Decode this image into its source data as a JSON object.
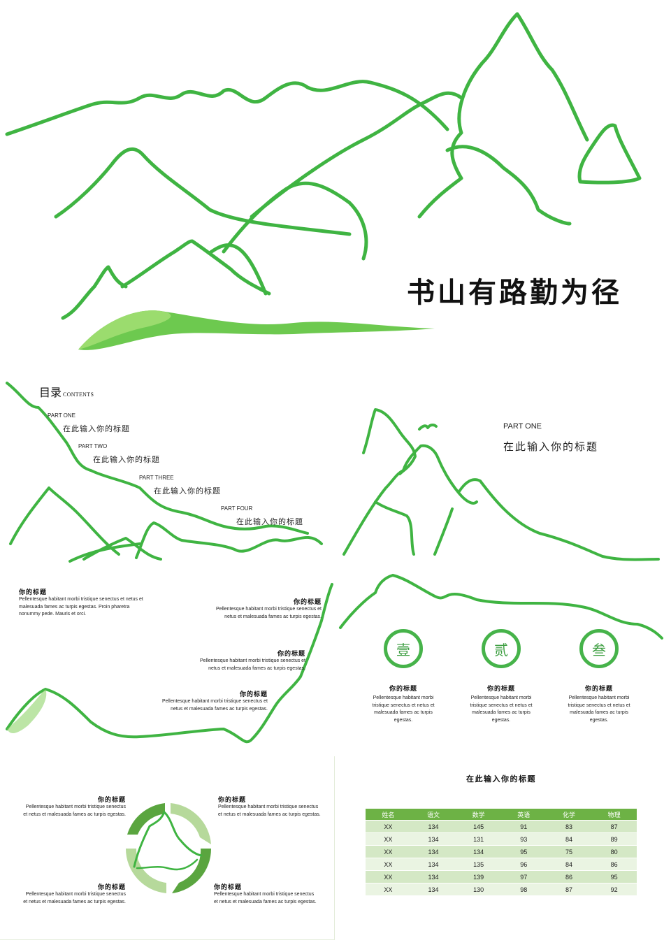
{
  "slide1": {
    "title": "书山有路勤为径"
  },
  "toc": {
    "heading": "目录",
    "heading_sub": "CONTENTS",
    "parts": [
      {
        "label": "PART ONE",
        "title": "在此输入你的标题"
      },
      {
        "label": "PART TWO",
        "title": "在此输入你的标题"
      },
      {
        "label": "PART THREE",
        "title": "在此输入你的标题"
      },
      {
        "label": "PART FOUR",
        "title": "在此输入你的标题"
      }
    ]
  },
  "section": {
    "label": "PART ONE",
    "title": "在此输入你的标题"
  },
  "blocks4": [
    {
      "title": "你的标题",
      "body": "Pellentesque habitant morbi tristique senectus et netus et malesuada fames ac turpis egestas. Proin pharetra nonummy pede. Mauris et orci."
    },
    {
      "title": "你的标题",
      "body": "Pellentesque habitant morbi tristique senectus et netus et malesuada fames ac turpis egestas."
    },
    {
      "title": "你的标题",
      "body": "Pellentesque habitant morbi tristique senectus et netus et malesuada fames ac turpis egestas."
    },
    {
      "title": "你的标题",
      "body": "Pellentesque habitant morbi tristique senectus et netus et malesuada fames ac turpis egestas."
    }
  ],
  "columns5": [
    {
      "numeral": "壹",
      "title": "你的标题",
      "body": "Pellentesque habitant morbi tristique senectus et netus et malesuada fames ac turpis egestas."
    },
    {
      "numeral": "贰",
      "title": "你的标题",
      "body": "Pellentesque habitant morbi tristique senectus et netus et malesuada fames ac turpis egestas."
    },
    {
      "numeral": "叁",
      "title": "你的标题",
      "body": "Pellentesque habitant morbi tristique senectus et netus et malesuada fames ac turpis egestas."
    }
  ],
  "cycle6": [
    {
      "title": "你的标题",
      "body": "Pellentesque habitant morbi tristique senectus et netus et malesuada fames ac turpis egestas."
    },
    {
      "title": "你的标题",
      "body": "Pellentesque habitant morbi tristique senectus et netus et malesuada fames ac turpis egestas."
    },
    {
      "title": "你的标题",
      "body": "Pellentesque habitant morbi tristique senectus et netus et malesuada fames ac turpis egestas."
    },
    {
      "title": "你的标题",
      "body": "Pellentesque habitant morbi tristique senectus et netus et malesuada fames ac turpis egestas."
    }
  ],
  "table": {
    "title": "在此输入你的标题",
    "headers": [
      "姓名",
      "语文",
      "数学",
      "英语",
      "化学",
      "物理"
    ],
    "rows": [
      [
        "XX",
        "134",
        "145",
        "91",
        "83",
        "87"
      ],
      [
        "XX",
        "134",
        "131",
        "93",
        "84",
        "89"
      ],
      [
        "XX",
        "134",
        "134",
        "95",
        "75",
        "80"
      ],
      [
        "XX",
        "134",
        "135",
        "96",
        "84",
        "86"
      ],
      [
        "XX",
        "134",
        "139",
        "97",
        "86",
        "95"
      ],
      [
        "XX",
        "134",
        "130",
        "98",
        "87",
        "92"
      ]
    ]
  },
  "colors": {
    "green": "#46b34a",
    "green_light": "#8fd46a",
    "table_header": "#6db245"
  }
}
